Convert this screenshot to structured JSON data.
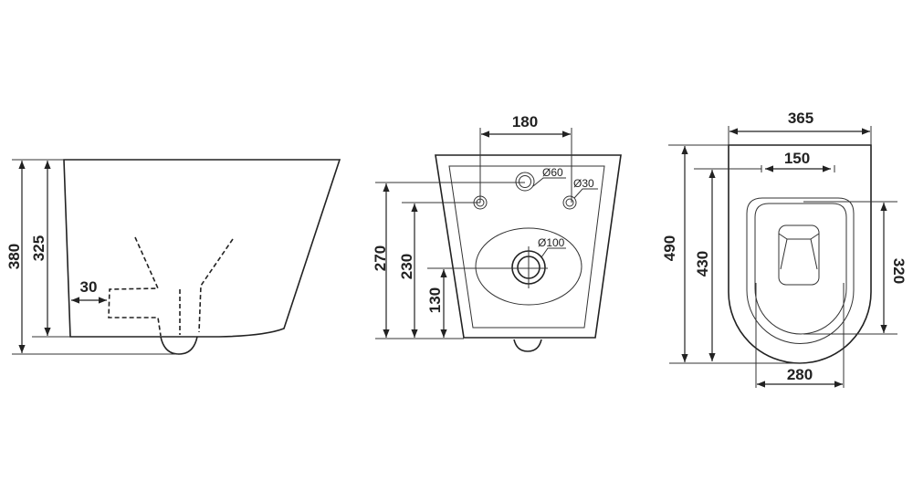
{
  "side_view": {
    "height_total": "380",
    "height_body": "325",
    "outlet_offset": "30"
  },
  "rear_view": {
    "bolt_spacing": "180",
    "height_inlet": "270",
    "height_bolts": "230",
    "height_outlet": "130",
    "inlet_diameter": "Ø60",
    "bolt_diameter": "Ø30",
    "outlet_diameter": "Ø100"
  },
  "top_view": {
    "width": "365",
    "hinge_spacing": "150",
    "length_total": "490",
    "length_from_hinge": "430",
    "opening_length": "320",
    "opening_width": "280"
  }
}
